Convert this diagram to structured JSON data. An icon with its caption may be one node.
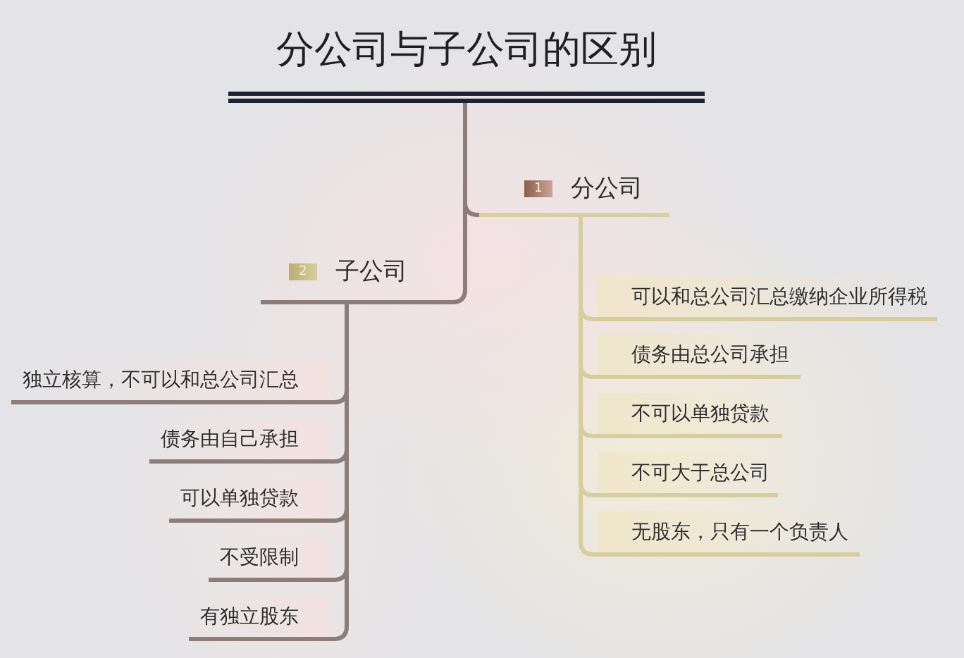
{
  "diagram": {
    "nodes": [
      {
        "text": [
          "分公司与子公司的区别"
        ]
      },
      {
        "text": [
          "1",
          "分公司"
        ]
      },
      {
        "text": [
          "可以和总公司汇总缴纳企业所得税"
        ]
      },
      {
        "text": [
          "债务由总公司承担"
        ]
      },
      {
        "text": [
          "不可以单独贷款"
        ]
      },
      {
        "text": [
          "不可大于总公司"
        ]
      },
      {
        "text": [
          "无股东，只有一个负责人"
        ]
      },
      {
        "text": [
          "2",
          "子公司"
        ]
      },
      {
        "text": [
          "独立核算，不可以和总公司汇总"
        ]
      },
      {
        "text": [
          "债务由自己承担"
        ]
      },
      {
        "text": [
          "可以单独贷款"
        ]
      },
      {
        "text": [
          "不受限制"
        ]
      },
      {
        "text": [
          "有独立股东"
        ]
      }
    ],
    "edges": [
      {
        "from": 0,
        "to": 1,
        "arrow": "none"
      },
      {
        "from": 1,
        "to": 2,
        "arrow": "none",
        "color": "#d7cd9e"
      },
      {
        "from": 1,
        "to": 3,
        "arrow": "none",
        "color": "#d7cd9e"
      },
      {
        "from": 1,
        "to": 4,
        "arrow": "none",
        "color": "#d7cd9e"
      },
      {
        "from": 1,
        "to": 5,
        "arrow": "none",
        "color": "#d7cd9e"
      },
      {
        "from": 1,
        "to": 6,
        "arrow": "none",
        "color": "#d7cd9e"
      },
      {
        "from": 0,
        "to": 7,
        "arrow": "none"
      },
      {
        "from": 7,
        "to": 8,
        "arrow": "none"
      },
      {
        "from": 7,
        "to": 9,
        "arrow": "none"
      },
      {
        "from": 7,
        "to": 10,
        "arrow": "none"
      },
      {
        "from": 7,
        "to": 11,
        "arrow": "none"
      },
      {
        "from": 7,
        "to": 12,
        "arrow": "none"
      }
    ]
  }
}
